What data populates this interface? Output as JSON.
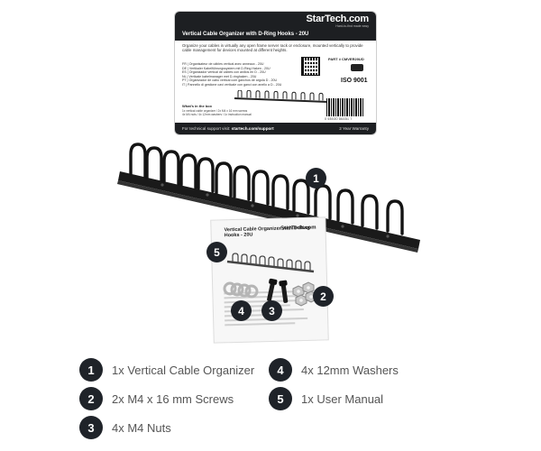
{
  "package_card": {
    "brand": "StarTech.com",
    "tagline": "Hard-to-find made easy",
    "title": "Vertical Cable Organizer with D-Ring Hooks - 20U",
    "description": "Organize your cables in virtually any open frame server rack or enclosure, mounted vertically to provide cable management for devices mounted at different heights.",
    "languages": [
      "FR | Organisateur de câbles vertical avec anneaux - 20U",
      "DE | Vertikaler Kabelführungssystem mit D-Ring Haken - 20U",
      "ES | Organizador vertical de cables con anillos en D - 20U",
      "NL | Verticale kabelmanager met D-ringhaken - 20U",
      "PT | Organizador de cabo vertical com ganchos de argola D - 20U",
      "IT | Pannello di gestione cavi verticale con ganci con anello a D - 20U"
    ],
    "part_number": "PART # CMVER20UD",
    "iso": "ISO 9001",
    "in_box_label": "What's in the box",
    "in_box_lines": [
      "1x vertical cable organizer / 2x M4 x 16 mm screws",
      "4x M4 nuts / 4x 12mm washers / 1x instruction manual"
    ],
    "barcode_number": "0 65030 86481 7",
    "support_prefix": "For technical support visit:",
    "support_url": "startech.com/support",
    "warranty": "2 Year Warranty"
  },
  "manual": {
    "brand": "StarTech.com",
    "title": "Vertical Cable Organizer with D-Ring Hooks - 20U"
  },
  "callouts": {
    "c1": "1",
    "c2": "2",
    "c3": "3",
    "c4": "4",
    "c5": "5"
  },
  "legend": [
    {
      "num": "1",
      "text": "1x Vertical Cable Organizer"
    },
    {
      "num": "2",
      "text": "2x M4 x 16 mm Screws"
    },
    {
      "num": "3",
      "text": "4x M4 Nuts"
    },
    {
      "num": "4",
      "text": "4x 12mm Washers"
    },
    {
      "num": "5",
      "text": "1x User Manual"
    }
  ],
  "colors": {
    "badge": "#1f2329",
    "organizer": "#1a1a1a",
    "legend_text": "#555555"
  }
}
